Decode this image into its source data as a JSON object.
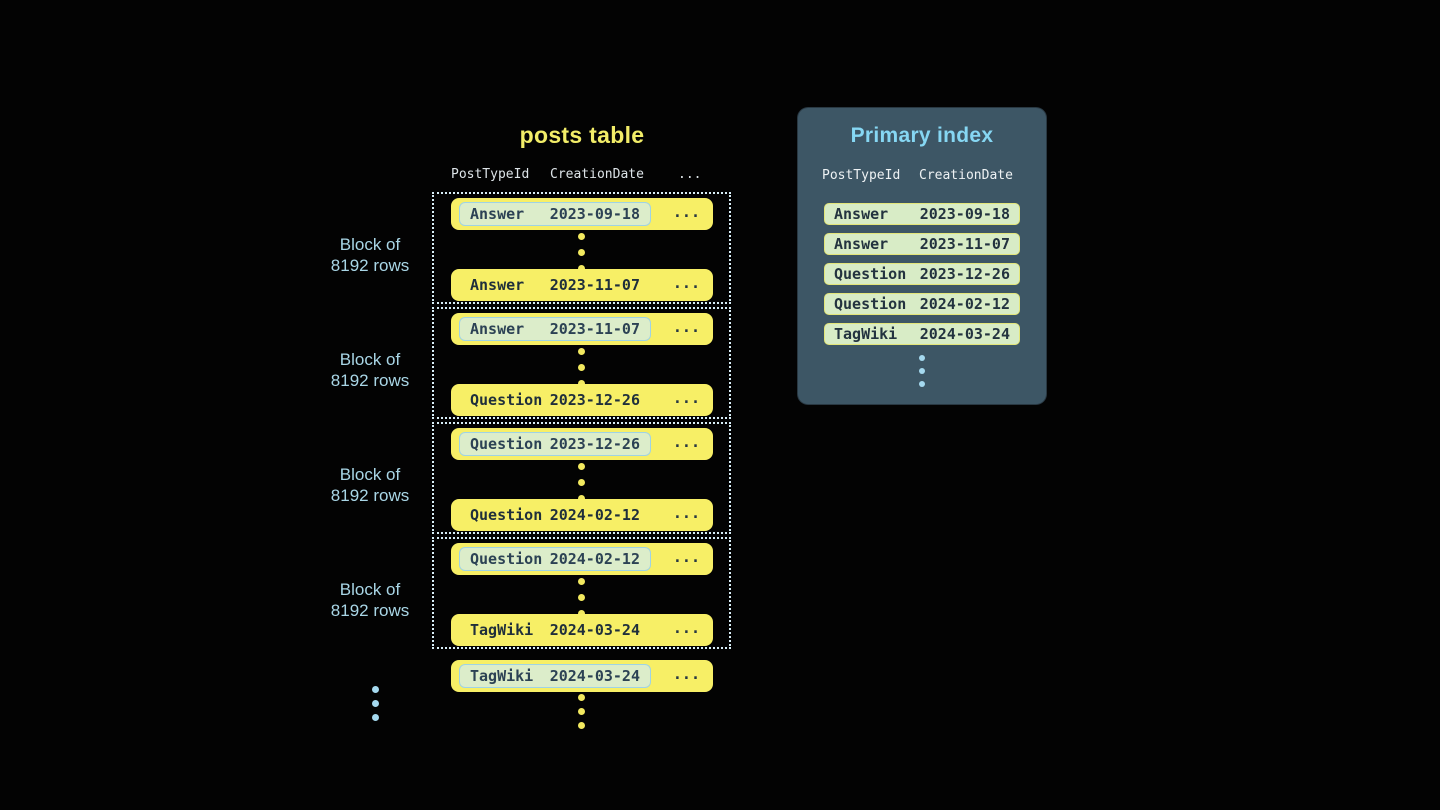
{
  "colors": {
    "background": "#030303",
    "posts_title": "#f2ed68",
    "row_yellow": "#f7ef66",
    "row_text_dark": "#1f2f3b",
    "highlight_cell_bg": "#dcedca",
    "highlight_cell_border": "#9fd3e5",
    "block_dotted_border": "#d8eef7",
    "block_label_blue": "#a9d6e6",
    "yellow_dot": "#f2e95f",
    "blue_dot": "#a5d9ef",
    "panel_bg": "#3d5665",
    "panel_title_blue": "#86d7f3",
    "index_row_bg": "#d8ecc6",
    "index_row_border": "#e3e67a"
  },
  "posts_table": {
    "title": "posts table",
    "columns": [
      "PostTypeId",
      "CreationDate"
    ],
    "columns_ellipsis": "...",
    "row_ellipsis": "...",
    "block_label_line1": "Block of",
    "block_label_line2": "8192 rows",
    "blocks": [
      {
        "first": {
          "type": "Answer",
          "date": "2023-09-18"
        },
        "last": {
          "type": "Answer",
          "date": "2023-11-07"
        }
      },
      {
        "first": {
          "type": "Answer",
          "date": "2023-11-07"
        },
        "last": {
          "type": "Question",
          "date": "2023-12-26"
        }
      },
      {
        "first": {
          "type": "Question",
          "date": "2023-12-26"
        },
        "last": {
          "type": "Question",
          "date": "2024-02-12"
        }
      },
      {
        "first": {
          "type": "Question",
          "date": "2024-02-12"
        },
        "last": {
          "type": "TagWiki",
          "date": "2024-03-24"
        }
      }
    ],
    "overflow_row": {
      "type": "TagWiki",
      "date": "2024-03-24"
    }
  },
  "primary_index": {
    "title": "Primary index",
    "columns": [
      "PostTypeId",
      "CreationDate"
    ],
    "rows": [
      {
        "type": "Answer",
        "date": "2023-09-18"
      },
      {
        "type": "Answer",
        "date": "2023-11-07"
      },
      {
        "type": "Question",
        "date": "2023-12-26"
      },
      {
        "type": "Question",
        "date": "2024-02-12"
      },
      {
        "type": "TagWiki",
        "date": "2024-03-24"
      }
    ]
  }
}
